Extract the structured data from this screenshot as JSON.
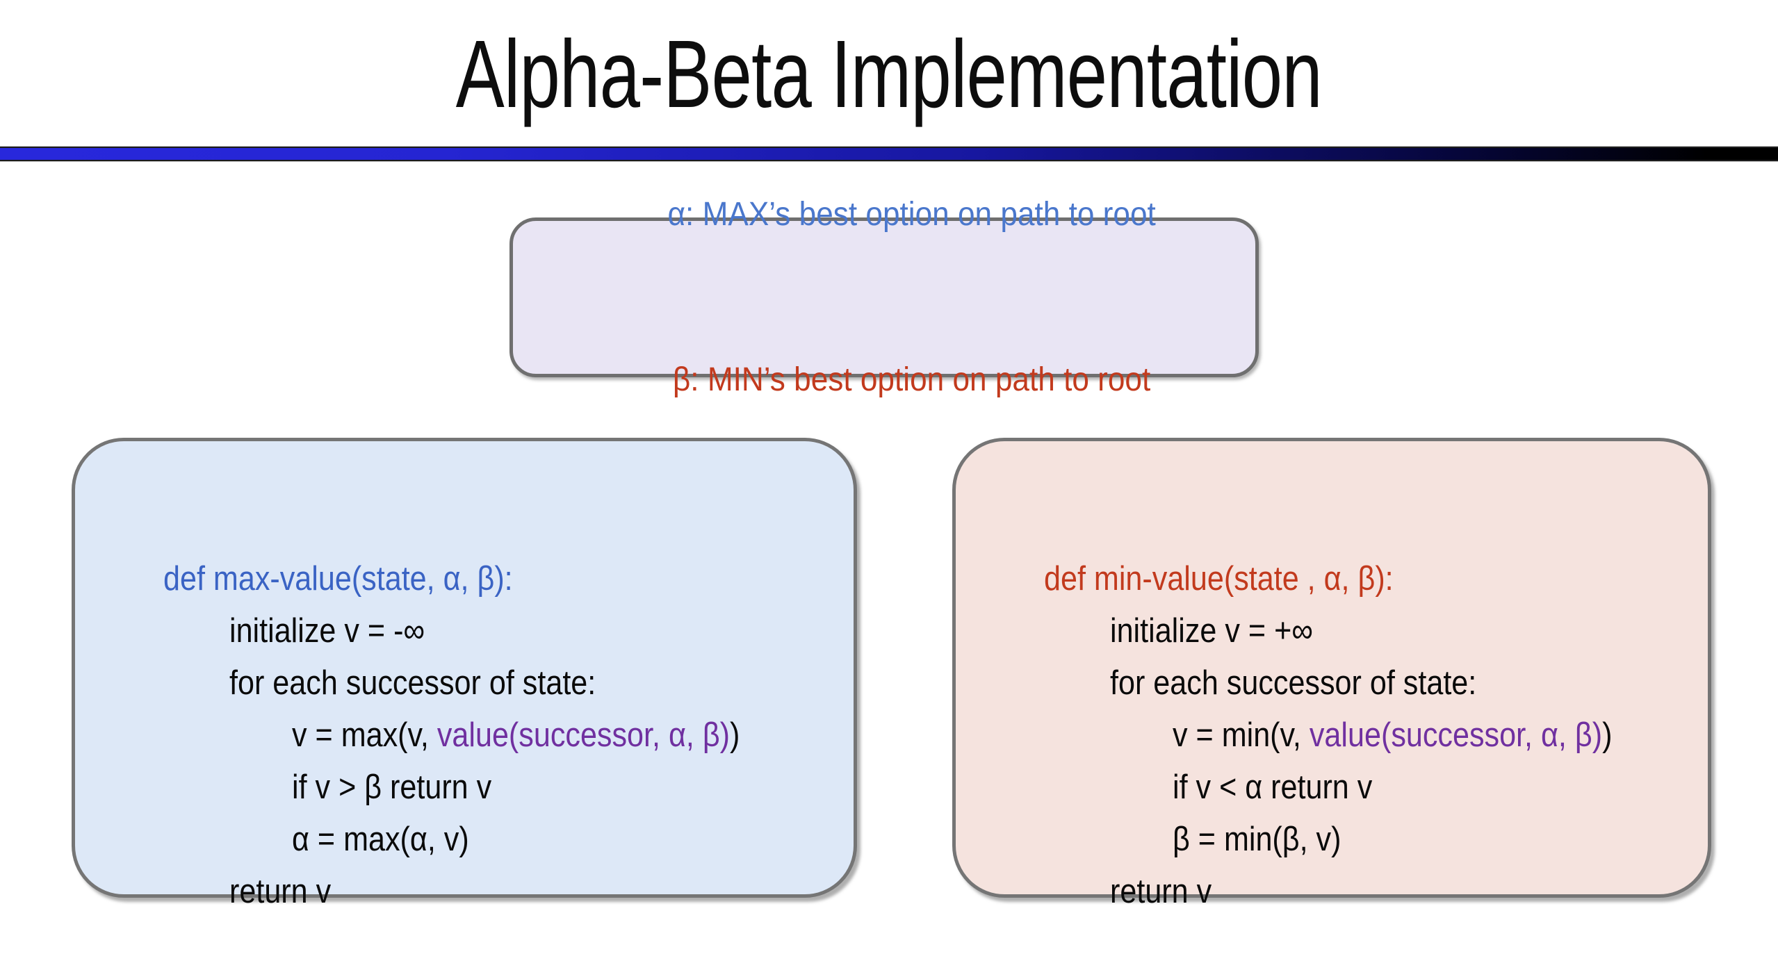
{
  "slide": {
    "title": "Alpha-Beta Implementation"
  },
  "definition_box": {
    "alpha_line": "α: MAX’s best option on path to root",
    "beta_line": "β: MIN’s best option on path to root"
  },
  "max_box": {
    "def_line": "def max-value(state, α, β):",
    "initialize_line": "initialize v = -∞",
    "for_line": "for each successor of state:",
    "update_pre": "v = max(v, ",
    "update_call": "value(successor, α, β)",
    "update_post": ")",
    "prune_line": "if v > β return v",
    "assign_line": "α = max(α, v)",
    "return_line": "return v"
  },
  "min_box": {
    "def_line": "def min-value(state , α, β):",
    "initialize_line": "initialize v = +∞",
    "for_line": "for each successor of state:",
    "update_pre": "v = min(v, ",
    "update_call": "value(successor, α, β)",
    "update_post": ")",
    "prune_line": "if v < α return v",
    "assign_line": "β = min(β, v)",
    "return_line": "return v"
  },
  "colors": {
    "max_blue": "#3a63c4",
    "def_alpha_blue": "#4a77cc",
    "min_red": "#c23a1d",
    "value_purple": "#7030a0",
    "max_box_bg": "#dde8f7",
    "min_box_bg": "#f5e3de",
    "def_box_bg": "#e9e5f4",
    "rule_blue_start": "#2828dc"
  }
}
